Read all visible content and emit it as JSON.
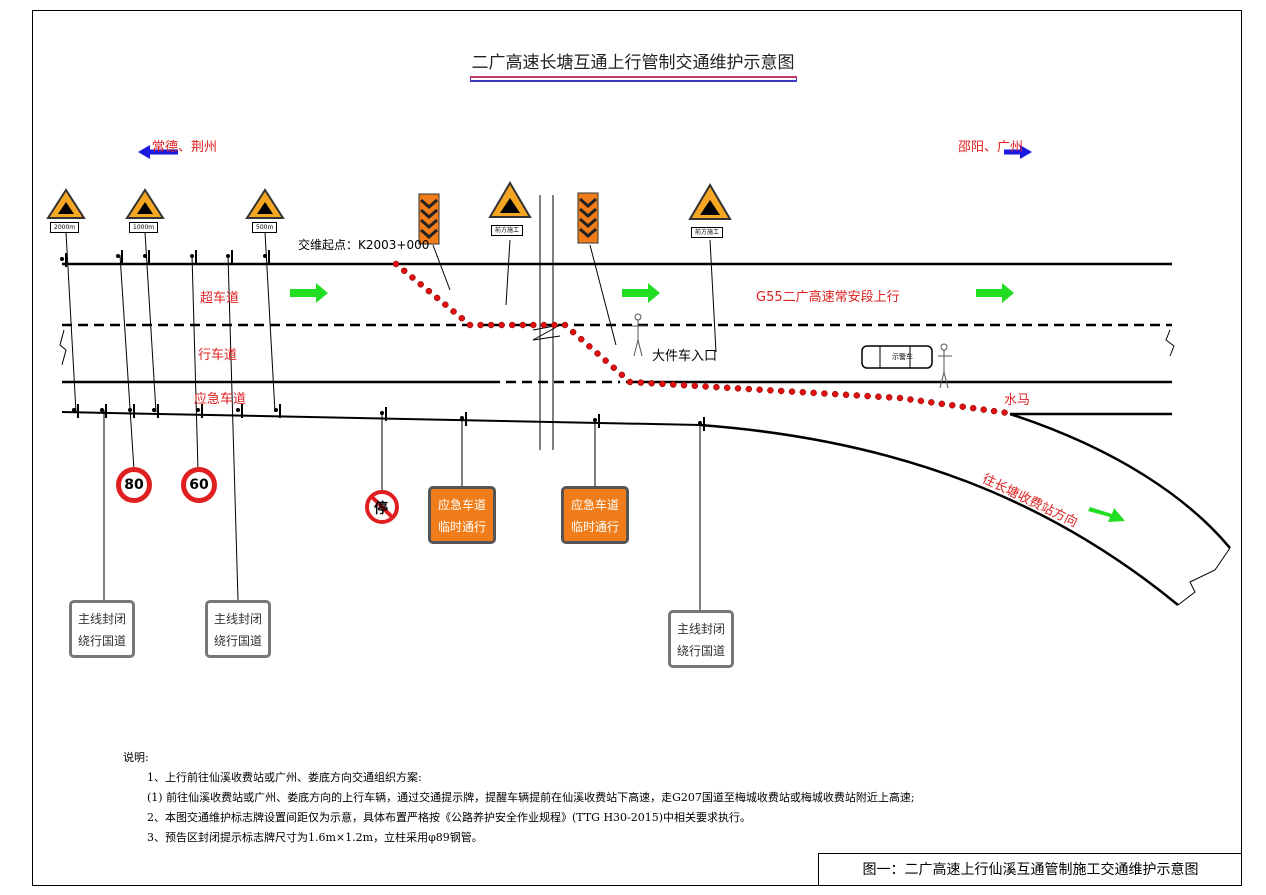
{
  "title": "二广高速长塘互通上行管制交通维护示意图",
  "direction_left": "常德、荆州",
  "direction_right": "邵阳、广州",
  "start_point": "交维起点：K2003+000",
  "lanes": {
    "overtaking": "超车道",
    "driving": "行车道",
    "emergency": "应急车道"
  },
  "road_name": "G55二广高速常安段上行",
  "large_vehicle_entrance": "大件车入口",
  "water_horse": "水马",
  "exit_direction": "往长塘收费站方向",
  "warning_distances": [
    "2000m",
    "1000m",
    "500m"
  ],
  "front_construction": "前方施工",
  "speed_limits": [
    "80",
    "60"
  ],
  "no_parking": "停",
  "car_label": "示警车",
  "emergency_signs": [
    {
      "line1": "应急车道",
      "line2": "临时通行"
    },
    {
      "line1": "应急车道",
      "line2": "临时通行"
    }
  ],
  "closure_signs": [
    {
      "line1": "主线封闭",
      "line2": "绕行国道"
    },
    {
      "line1": "主线封闭",
      "line2": "绕行国道"
    },
    {
      "line1": "主线封闭",
      "line2": "绕行国道"
    }
  ],
  "notes": {
    "heading": "说明:",
    "items": [
      "1、上行前往仙溪收费站或广州、娄底方向交通组织方案:",
      "(1) 前往仙溪收费站或广州、娄底方向的上行车辆，通过交通提示牌，提醒车辆提前在仙溪收费站下高速，走G207国道至梅城收费站或梅城收费站附近上高速;",
      "2、本图交通维护标志牌设置间距仅为示意，具体布置严格按《公路养护安全作业规程》(TTG H30-2015)中相关要求执行。",
      "3、预告区封闭提示标志牌尺寸为1.6m×1.2m，立柱采用φ89钢管。"
    ]
  },
  "caption": "图一：二广高速上行仙溪互通管制施工交通维护示意图",
  "colors": {
    "red_text": "#e02020",
    "green_arrow": "#22dd22",
    "blue_arrow": "#1a1ae0",
    "cone": "#e01010",
    "orange_sign": "#f07d1a"
  }
}
